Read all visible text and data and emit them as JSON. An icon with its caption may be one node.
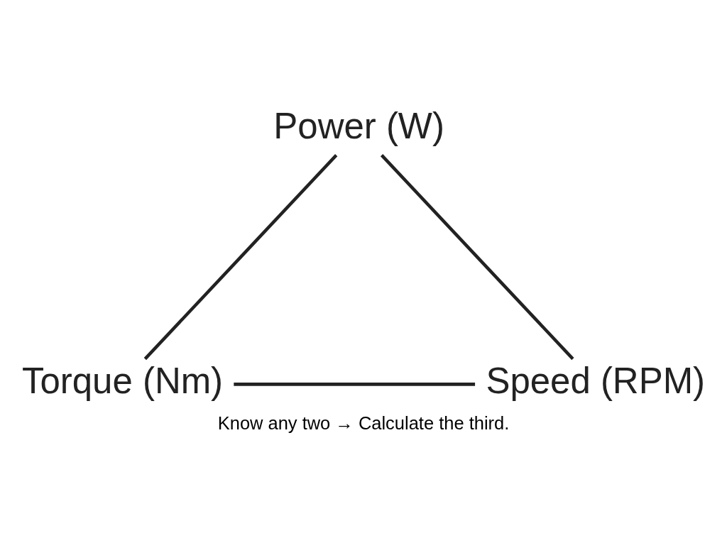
{
  "diagram": {
    "caption": "Know any two → Calculate the third.",
    "nodes": [
      {
        "text": [
          "Power (W)"
        ]
      },
      {
        "text": [
          "Torque (Nm)"
        ]
      },
      {
        "text": [
          "Speed (RPM)"
        ]
      }
    ],
    "edges": [
      {
        "from": 0,
        "to": 1,
        "arrow": "none"
      },
      {
        "from": 0,
        "to": 2,
        "arrow": "none"
      },
      {
        "from": 1,
        "to": 2,
        "arrow": "none"
      }
    ]
  }
}
